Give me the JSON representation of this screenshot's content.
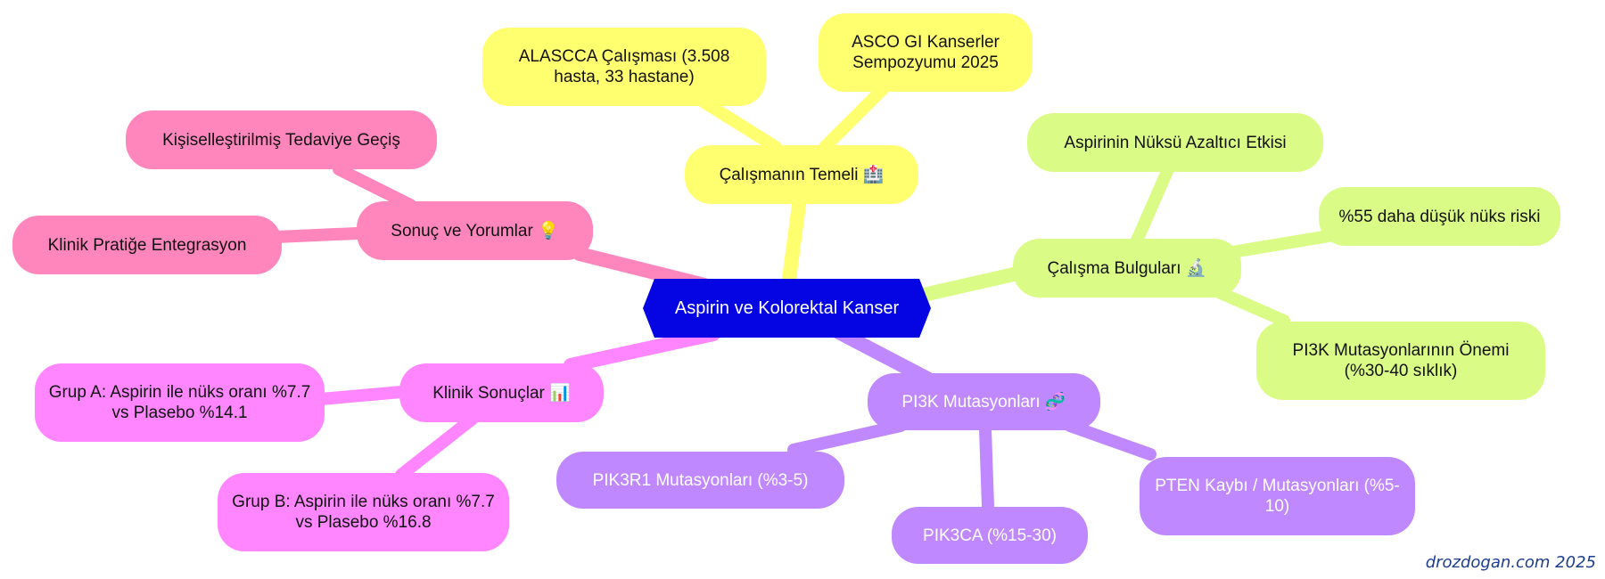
{
  "root": {
    "label": "Aspirin ve Kolorektal Kanser"
  },
  "branches": {
    "temel": {
      "label": "Çalışmanın Temeli 🏥",
      "children": [
        "ALASCCA Çalışması (3.508 hasta, 33 hastane)",
        "ASCO GI Kanserler Sempozyumu 2025"
      ]
    },
    "bulgular": {
      "label": "Çalışma Bulguları 🔬",
      "children": [
        "Aspirinin Nüksü Azaltıcı Etkisi",
        "%55 daha düşük nüks riski",
        "PI3K Mutasyonlarının Önemi (%30-40 sıklık)"
      ]
    },
    "pi3k": {
      "label": "PI3K Mutasyonları 🧬",
      "children": [
        "PIK3R1 Mutasyonları (%3-5)",
        "PIK3CA (%15-30)",
        "PTEN Kaybı / Mutasyonları (%5-10)"
      ]
    },
    "klinik": {
      "label": "Klinik Sonuçlar 📊",
      "children": [
        "Grup A: Aspirin ile nüks oranı %7.7 vs Plasebo %14.1",
        "Grup B: Aspirin ile nüks oranı %7.7 vs Plasebo %16.8"
      ]
    },
    "sonuc": {
      "label": "Sonuç ve Yorumlar 💡",
      "children": [
        "Kişiselleştirilmiş Tedaviye Geçiş",
        "Klinik Pratiğe Entegrasyon"
      ]
    }
  },
  "colors": {
    "root": "#0505e4",
    "temel": "#ffff70",
    "bulgular": "#dbfb87",
    "pi3k": "#c088ff",
    "klinik": "#ff86ff",
    "sonuc": "#ff86bc"
  },
  "watermark": "drozdogan.com  2025"
}
